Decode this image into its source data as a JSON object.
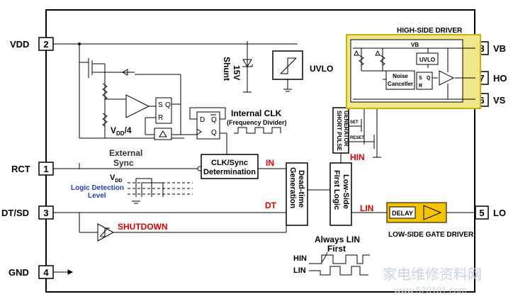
{
  "pins": {
    "vdd": {
      "number": "2",
      "name": "VDD"
    },
    "rct": {
      "number": "1",
      "name": "RCT"
    },
    "dtsd": {
      "number": "3",
      "name": "DT/SD"
    },
    "gnd": {
      "number": "4",
      "name": "GND"
    },
    "vb": {
      "number": "8",
      "name": "VB"
    },
    "ho": {
      "number": "7",
      "name": "HO"
    },
    "vs": {
      "number": "6",
      "name": "VS"
    },
    "lo": {
      "number": "5",
      "name": "LO"
    }
  },
  "labels": {
    "vdd_div": "V",
    "vdd_div_sub": "DD",
    "vdd_div_tail": "/4",
    "shunt_line1": "15V",
    "shunt_line2": "Shunt",
    "uvlo_main": "UVLO",
    "uvlo_hs": "UVLO",
    "internal_clk": "Internal CLK",
    "freq_divider": "(Frequency Divider)",
    "external_sync_1": "External",
    "external_sync_2": "Sync",
    "vdd_logic": "V",
    "vdd_logic_sub": "DD",
    "logic_level_1": "Logic Detection",
    "logic_level_2": "Level",
    "clk_sync_1": "CLK/Sync",
    "clk_sync_2": "Determination",
    "in_signal": "IN",
    "dt_signal": "DT",
    "hin_signal": "HIN",
    "lin_signal": "LIN",
    "shutdown": "SHUTDOWN",
    "deadtime_1": "Dead-time",
    "deadtime_2": "Generation",
    "lowside_1": "Low-Side",
    "lowside_2": "First Logic",
    "short_pulse_1": "SHORT PULSE",
    "short_pulse_2": "GENERATOR",
    "set": "SET",
    "reset": "RESET",
    "noise_1": "Noise",
    "noise_2": "Canceller",
    "sr_s": "S",
    "sr_r": "R",
    "sr_q": "Q",
    "high_side_driver": "HIGH-SIDE DRIVER",
    "hs_vb": "VB",
    "delay": "DELAY",
    "low_side_gate_driver": "LOW-SIDE GATE DRIVER",
    "always_lin_1": "Always LIN",
    "always_lin_2": "First",
    "timing_hin": "HIN",
    "timing_lin": "LIN",
    "ff1_s": "S",
    "ff1_q": "Q",
    "ff1_r": "R",
    "ff2_d": "D",
    "ff2_q": "Q",
    "ff2_qbar": "Q",
    "watermark_cn": "家电维修资料网",
    "watermark_url": "www.520101.com"
  },
  "colors": {
    "line": "#000000",
    "signal_red": "#e00000",
    "logic_blue": "#1f3fbf",
    "hs_highlight": "#f0e68c",
    "hs_border": "#c8b400",
    "delay_fill": "#f5c400",
    "watermark": "#c8d2e6"
  }
}
